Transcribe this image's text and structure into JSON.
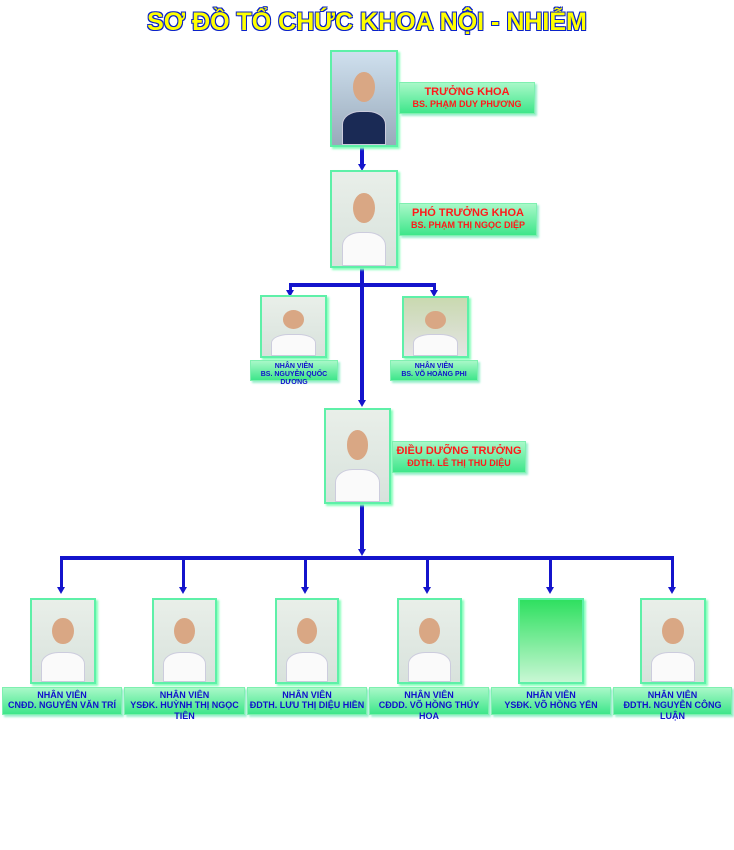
{
  "title": "SƠ ĐỒ TỔ CHỨC KHOA NỘI - NHIỄM",
  "head": {
    "role": "TRƯỞNG KHOA",
    "name": "BS. PHẠM DUY PHƯƠNG"
  },
  "deputy": {
    "role": "PHÓ TRƯỞNG KHOA",
    "name": "BS. PHẠM THỊ NGỌC DIỆP"
  },
  "doctors": [
    {
      "role": "NHÂN VIÊN",
      "name": "BS. NGUYỄN QUỐC DƯƠNG"
    },
    {
      "role": "NHÂN VIÊN",
      "name": "BS. VÕ HOÀNG PHI"
    }
  ],
  "head_nurse": {
    "role": "ĐIỀU DƯỠNG TRƯỞNG",
    "name": "ĐDTH. LÊ THỊ THU DIỆU"
  },
  "staff": [
    {
      "role": "NHÂN VIÊN",
      "name": "CNĐD. NGUYỄN VĂN TRÍ"
    },
    {
      "role": "NHÂN VIÊN",
      "name": "YSĐK. HUỲNH THỊ NGỌC TIÊN"
    },
    {
      "role": "NHÂN VIÊN",
      "name": "ĐDTH. LƯU THỊ DIỆU HIỀN"
    },
    {
      "role": "NHÂN VIÊN",
      "name": "CĐDD. VÕ HỒNG THÚY HOA"
    },
    {
      "role": "NHÂN VIÊN",
      "name": "YSĐK. VÕ HỒNG YẾN"
    },
    {
      "role": "NHÂN VIÊN",
      "name": "ĐDTH. NGUYỄN CÔNG LUẬN"
    }
  ]
}
